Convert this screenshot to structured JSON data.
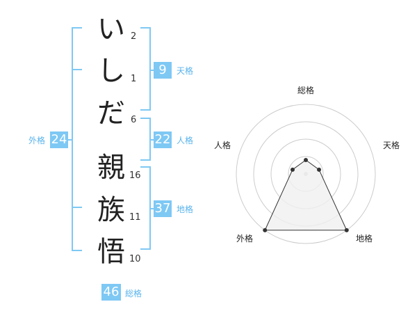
{
  "name": {
    "chars": [
      {
        "char": "い",
        "strokes": "2"
      },
      {
        "char": "し",
        "strokes": "1"
      },
      {
        "char": "だ",
        "strokes": "6"
      },
      {
        "char": "親",
        "strokes": "16"
      },
      {
        "char": "族",
        "strokes": "11"
      },
      {
        "char": "悟",
        "strokes": "10"
      }
    ]
  },
  "fortunes": {
    "tenkaku": {
      "value": "9",
      "label": "天格"
    },
    "jinkaku": {
      "value": "22",
      "label": "人格"
    },
    "chikaku": {
      "value": "37",
      "label": "地格"
    },
    "gaikaku": {
      "value": "24",
      "label": "外格"
    },
    "soukaku": {
      "value": "46",
      "label": "総格"
    }
  },
  "chart_data": {
    "type": "radar",
    "axes": [
      "総格",
      "天格",
      "地格",
      "外格",
      "人格"
    ],
    "values": [
      0.2,
      0.2,
      1.0,
      1.0,
      0.2
    ],
    "rings": 4,
    "colors": {
      "line": "#333333",
      "fill": "#f0f0f0",
      "ring": "#cccccc",
      "accent": "#7ec8f4"
    }
  }
}
